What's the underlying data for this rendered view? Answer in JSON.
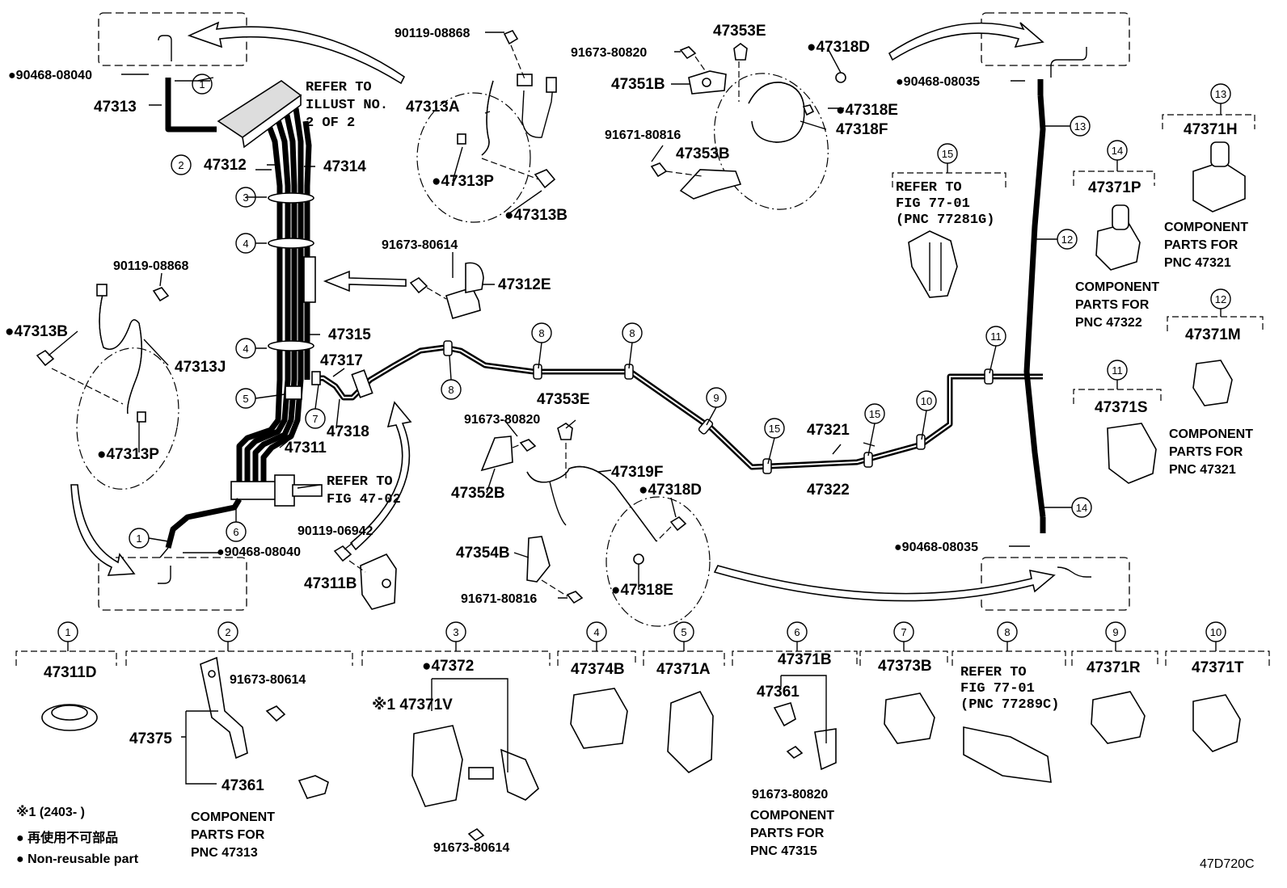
{
  "diagram_id": "47D720C",
  "footnotes": {
    "star_note": "※1 (2403-        )",
    "non_reusable_jp": "● 再使用不可部品",
    "non_reusable_en": "● Non-reusable part"
  },
  "refs": {
    "illust": [
      "REFER TO",
      "ILLUST NO.",
      "2 OF 2"
    ],
    "fig4702": [
      "REFER TO",
      "FIG 47-02"
    ],
    "fig7701a": [
      "REFER TO",
      "FIG 77-01",
      "(PNC 77281G)"
    ],
    "fig7701b": [
      "REFER TO",
      "FIG 77-01",
      "(PNC 77289C)"
    ]
  },
  "component_notes": {
    "c47313": [
      "COMPONENT",
      "PARTS FOR",
      "PNC 47313"
    ],
    "c47315": [
      "COMPONENT",
      "PARTS FOR",
      "PNC 47315"
    ],
    "c47322": [
      "COMPONENT",
      "PARTS FOR",
      "PNC 47322"
    ],
    "c47321a": [
      "COMPONENT",
      "PARTS FOR",
      "PNC 47321"
    ],
    "c47321b": [
      "COMPONENT",
      "PARTS FOR",
      "PNC 47321"
    ]
  },
  "parts": {
    "p90119_08868a": "90119-08868",
    "p91673_80820a": "91673-80820",
    "p47353Ea": "47353E",
    "p47318Da": "●47318D",
    "p90468_08040a": "●90468-08040",
    "p47313": "47313",
    "p47313A": "47313A",
    "p47351B": "47351B",
    "p47318Ea": "●47318E",
    "p47318Fa": "47318F",
    "p91671_80816a": "91671-80816",
    "p47353B": "47353B",
    "p90468_08035a": "●90468-08035",
    "p47312": "47312",
    "p47314": "47314",
    "p47313Pa": "●47313P",
    "p47313Ba": "●47313B",
    "p91673_80614a": "91673-80614",
    "p47312E": "47312E",
    "p90119_08868b": "90119-08868",
    "p47313Bb": "●47313B",
    "p47315": "47315",
    "p47313J": "47313J",
    "p47317": "47317",
    "p47318": "47318",
    "p47311": "47311",
    "p47313Pb": "●47313P",
    "p47353Eb": "47353E",
    "p91673_80820b": "91673-80820",
    "p47352B": "47352B",
    "p47319F": "47319F",
    "p47318Db": "●47318D",
    "p47321": "47321",
    "p47322": "47322",
    "p90119_06942": "90119-06942",
    "p90468_08040b": "●90468-08040",
    "p47311B": "47311B",
    "p47354B": "47354B",
    "p91671_80816b": "91671-80816",
    "p47318Eb": "●47318E",
    "p90468_08035b": "●90468-08035",
    "p47371H": "47371H",
    "p47371P": "47371P",
    "p47371M": "47371M",
    "p47371S": "47371S"
  },
  "callouts": [
    "1",
    "2",
    "3",
    "4",
    "5",
    "6",
    "7",
    "8",
    "9",
    "10",
    "11",
    "12",
    "13",
    "14",
    "15"
  ],
  "bottom": {
    "b1": "47311D",
    "b2_bolt": "91673-80614",
    "b2_bracket": "47375",
    "b2_clip": "47361",
    "b3_main": "●47372",
    "b3_clamp": "※1 47371V",
    "b3_bolt": "91673-80614",
    "b4": "47374B",
    "b5": "47371A",
    "b6_main": "47371B",
    "b6_clip": "47361",
    "b6_bolt": "91673-80820",
    "b7": "47373B",
    "b9": "47371R",
    "b10": "47371T"
  }
}
